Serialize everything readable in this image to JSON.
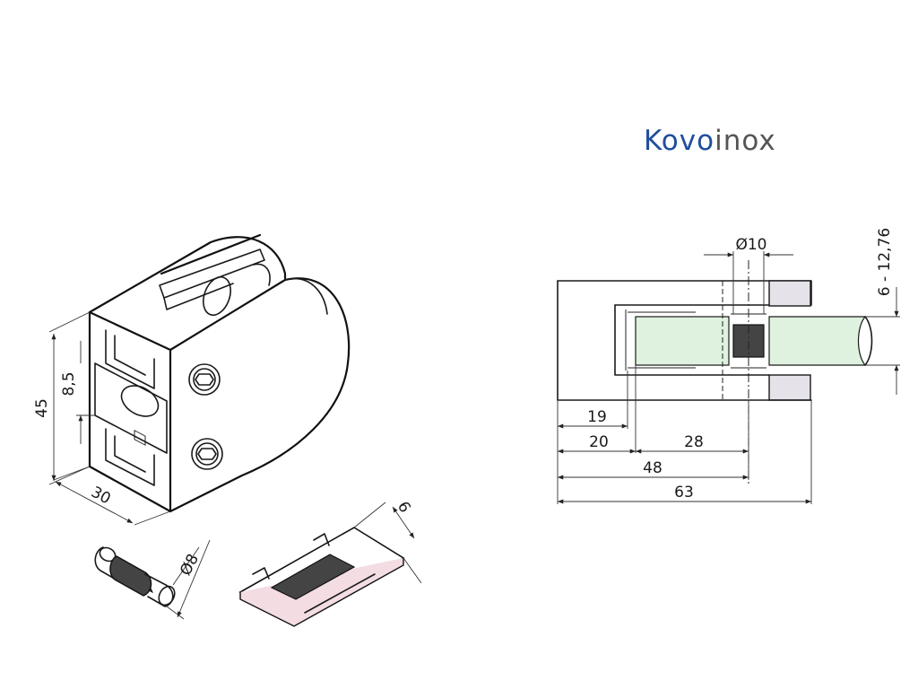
{
  "logo": {
    "part1": "Kovo",
    "part2": "inox",
    "color1": "#1f4e9c",
    "color2": "#555555"
  },
  "dimensions": {
    "iso_height": "45",
    "iso_slot": "8,5",
    "iso_depth": "30",
    "pin_diameter": "Ø8",
    "pad_thickness": "6",
    "hole_diameter": "Ø10",
    "glass_range": "6 - 12,76",
    "d19": "19",
    "d20": "20",
    "d28": "28",
    "d48": "48",
    "d63": "63"
  },
  "colors": {
    "glass": "#dff2df",
    "rubber": "#444444",
    "pad_edge": "#f3dde3",
    "clamp_shade": "#e6e2ea"
  }
}
